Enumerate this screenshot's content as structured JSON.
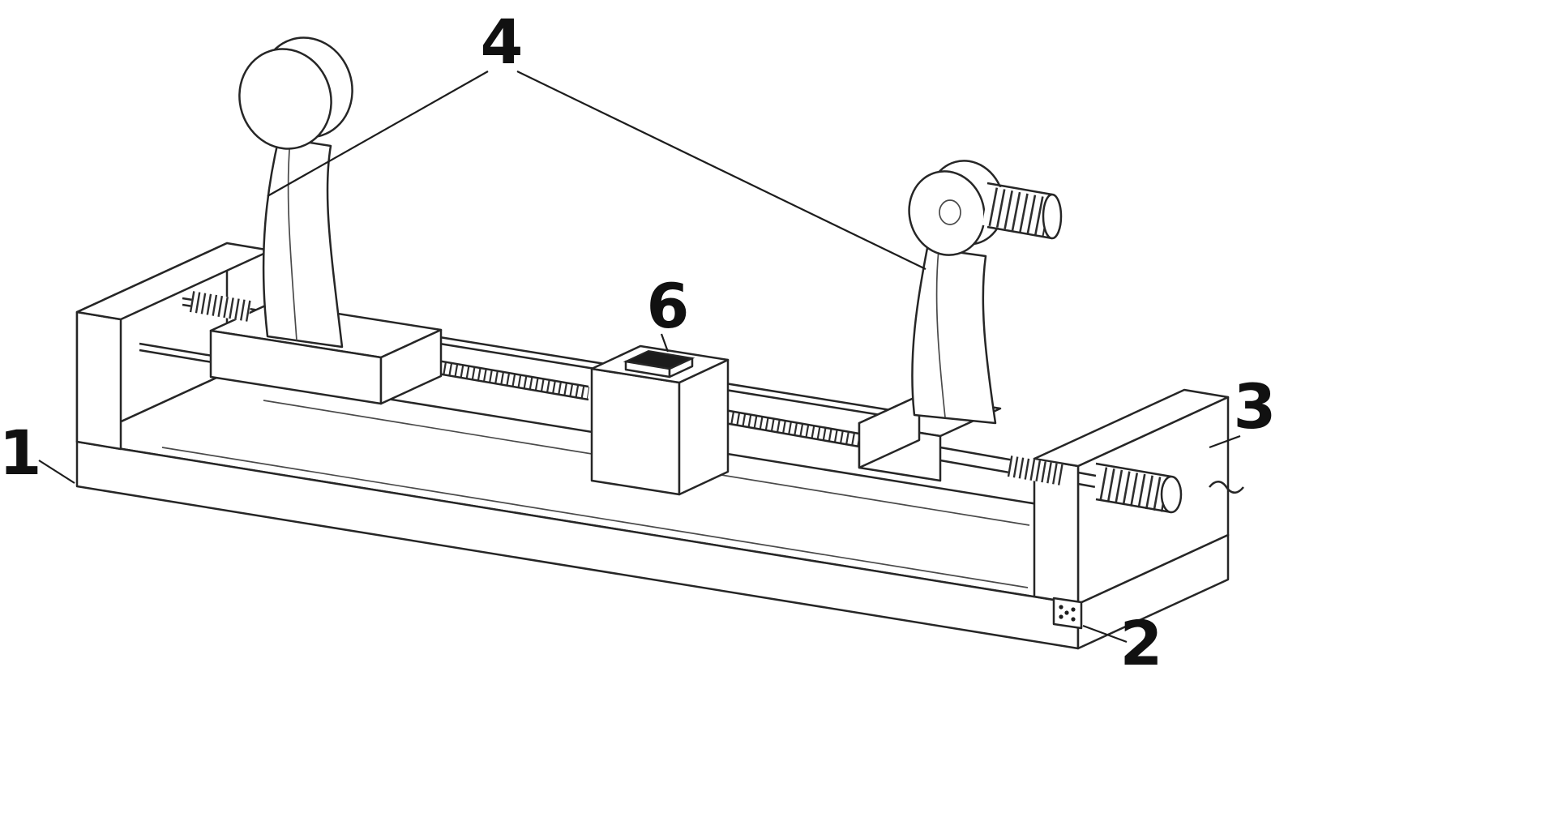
{
  "figure": {
    "background": "#ffffff",
    "line_color": "#262626",
    "label_color": "#111111",
    "chip_top_color": "#1c1c1c"
  },
  "colors": {
    "background": "#ffffff",
    "line": "#262626",
    "label": "#111111",
    "chip_top": "#1c1c1c"
  },
  "callouts": [
    {
      "id": "1",
      "label": "1",
      "target": "base-frame"
    },
    {
      "id": "2",
      "label": "2",
      "target": "bolt-plate"
    },
    {
      "id": "3",
      "label": "3",
      "target": "right-end-plate"
    },
    {
      "id": "4",
      "label": "4",
      "target": "bearing-stands"
    },
    {
      "id": "6",
      "label": "6",
      "target": "sensor-chip"
    }
  ]
}
